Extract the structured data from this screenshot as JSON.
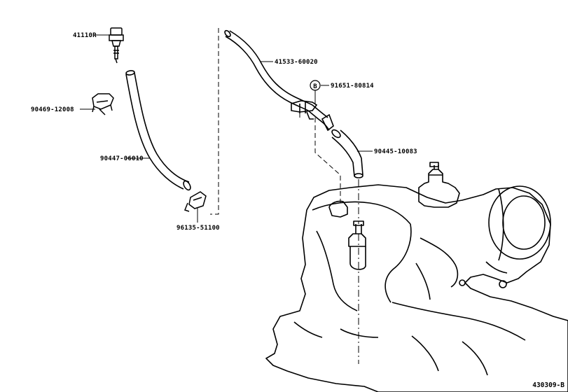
{
  "diagram": {
    "figure_id": "430309-B",
    "callouts": [
      {
        "key": "p41110r",
        "text": "41110R"
      },
      {
        "key": "p90469",
        "text": "90469-12008"
      },
      {
        "key": "p90447",
        "text": "90447-06010"
      },
      {
        "key": "p96135",
        "text": "96135-51100"
      },
      {
        "key": "p41533",
        "text": "41533-60020"
      },
      {
        "key": "p91651",
        "text": "91651-80814"
      },
      {
        "key": "p90445",
        "text": "90445-10083"
      }
    ],
    "ref_marker": "B"
  }
}
